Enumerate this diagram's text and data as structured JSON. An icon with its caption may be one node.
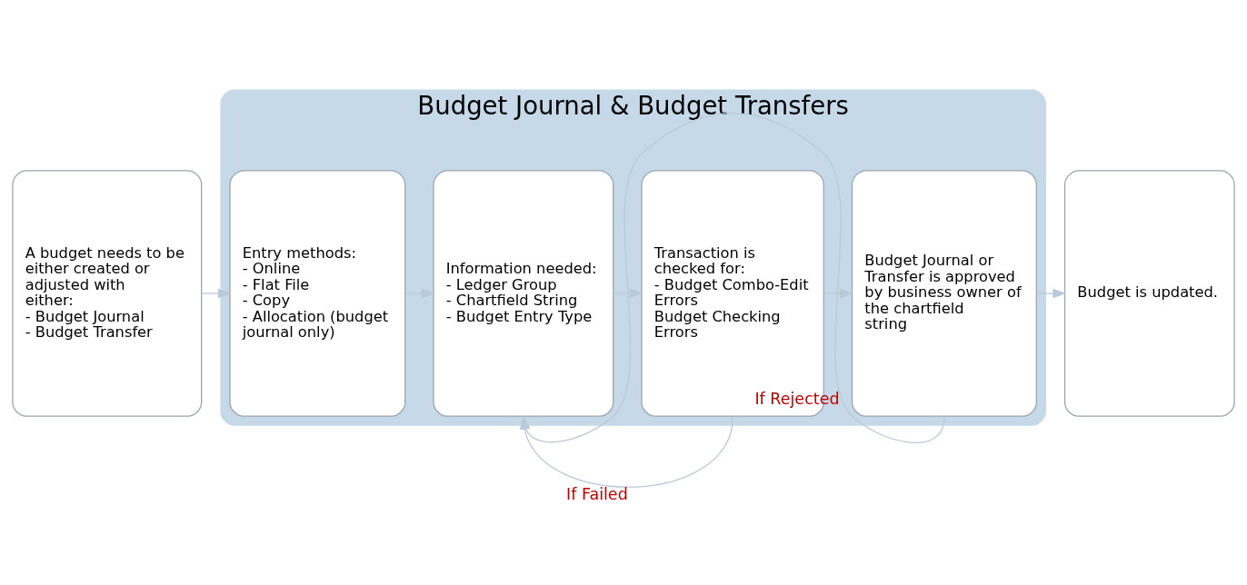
{
  "diagram": {
    "nodes": [
      {
        "text": [
          "Budget Journal & Budget Transfers"
        ]
      },
      {
        "text": [
          "A budget needs to be either created or adjusted with either:",
          "- Budget Journal",
          "- Budget Transfer"
        ]
      },
      {
        "text": [
          "Entry methods:",
          "- Online",
          "- Flat File",
          "- Copy",
          "- Allocation (budget journal only)"
        ],
        "in": 0
      },
      {
        "text": [
          "Information needed:",
          "- Ledger Group",
          "- Chartfield String",
          "- Budget Entry Type"
        ],
        "in": 0
      },
      {
        "text": [
          "Transaction is checked for:",
          "- Budget Combo-Edit Errors",
          "Budget Checking Errors"
        ],
        "in": 0
      },
      {
        "text": [
          "Budget Journal or Transfer is approved by business owner of the chartfield string"
        ],
        "in": 0
      },
      {
        "text": [
          "Budget is updated."
        ]
      }
    ],
    "edges": [
      {
        "from": 1,
        "to": 2,
        "arrow": "to"
      },
      {
        "from": 2,
        "to": 3,
        "arrow": "to"
      },
      {
        "from": 3,
        "to": 4,
        "arrow": "to"
      },
      {
        "from": 4,
        "to": 5,
        "arrow": "to"
      },
      {
        "from": 5,
        "to": 6,
        "arrow": "to"
      },
      {
        "from": 4,
        "to": 3,
        "arrow": "to",
        "label": "If Failed"
      },
      {
        "from": 5,
        "to": 3,
        "arrow": "to",
        "label": "If Rejected"
      }
    ]
  }
}
